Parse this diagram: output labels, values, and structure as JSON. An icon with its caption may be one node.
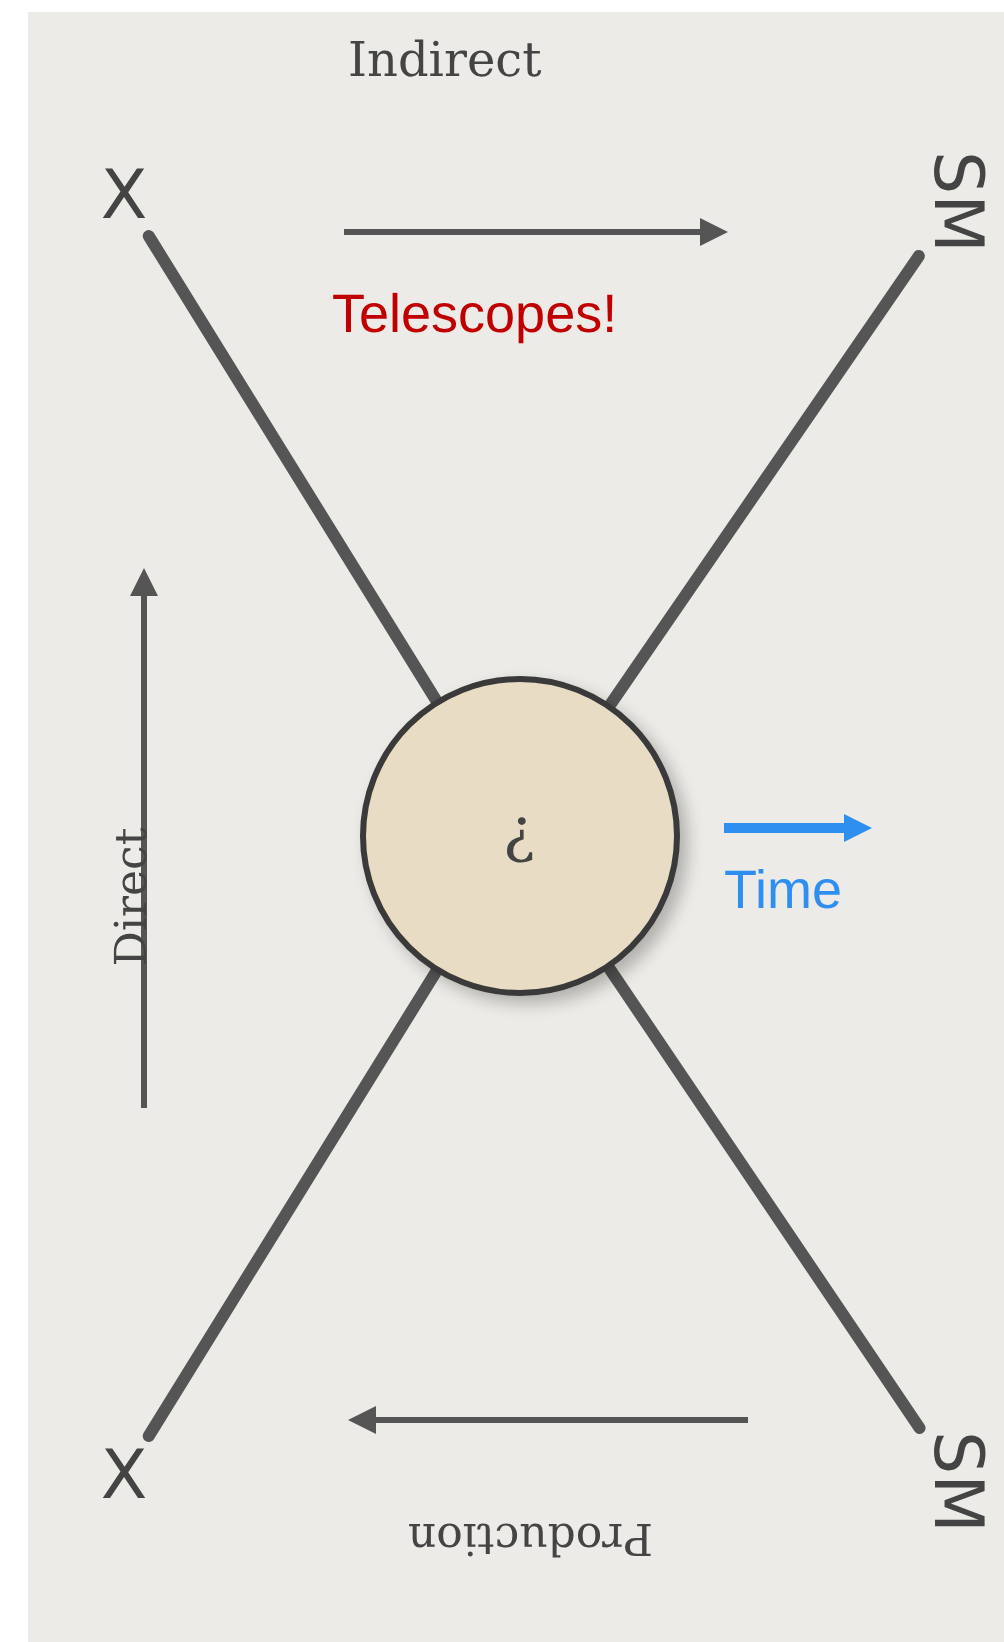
{
  "diagram": {
    "nodes": [
      {
        "text": [
          "X"
        ]
      },
      {
        "text": [
          "SM"
        ]
      },
      {
        "text": [
          "?"
        ]
      },
      {
        "text": [
          "X"
        ]
      },
      {
        "text": [
          "SM"
        ]
      }
    ],
    "edges": [
      {
        "from": 0,
        "to": 2,
        "arrow": "none"
      },
      {
        "from": 1,
        "to": 2,
        "arrow": "none"
      },
      {
        "from": 3,
        "to": 2,
        "arrow": "none"
      },
      {
        "from": 4,
        "to": 2,
        "arrow": "none"
      }
    ],
    "labels": [
      "Indirect",
      "Telescopes!",
      "Direct",
      "Time",
      "Production"
    ]
  }
}
